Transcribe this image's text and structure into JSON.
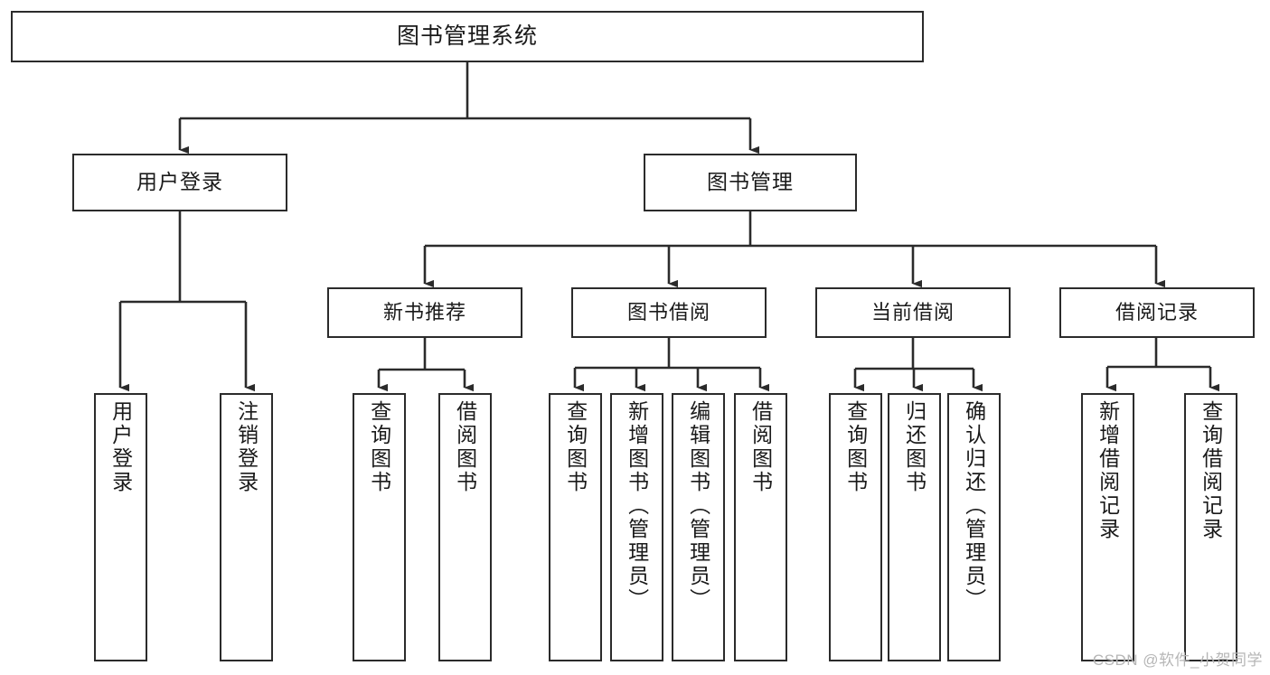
{
  "diagram": {
    "type": "tree-hierarchy-chart",
    "title": "图书管理系统",
    "stroke_color": "#2b2b2b",
    "fill_color": "#ffffff",
    "text_color": "#1a1a1a",
    "root": {
      "label": "图书管理系统"
    },
    "level2": [
      {
        "label": "用户登录"
      },
      {
        "label": "图书管理"
      }
    ],
    "level3": [
      {
        "label": "新书推荐"
      },
      {
        "label": "图书借阅"
      },
      {
        "label": "当前借阅"
      },
      {
        "label": "借阅记录"
      }
    ],
    "leaves": {
      "user_login": [
        {
          "label": "用户登录"
        },
        {
          "label": "注销登录"
        }
      ],
      "new_book_recommend": [
        {
          "label": "查询图书"
        },
        {
          "label": "借阅图书"
        }
      ],
      "book_borrow": [
        {
          "label": "查询图书"
        },
        {
          "label": "新增图书（管理员）"
        },
        {
          "label": "编辑图书（管理员）"
        },
        {
          "label": "借阅图书"
        }
      ],
      "current_borrow": [
        {
          "label": "查询图书"
        },
        {
          "label": "归还图书"
        },
        {
          "label": "确认归还（管理员）"
        }
      ],
      "borrow_record": [
        {
          "label": "新增借阅记录"
        },
        {
          "label": "查询借阅记录"
        }
      ]
    }
  },
  "watermark": {
    "text": "CSDN @软件_小贺同学"
  }
}
